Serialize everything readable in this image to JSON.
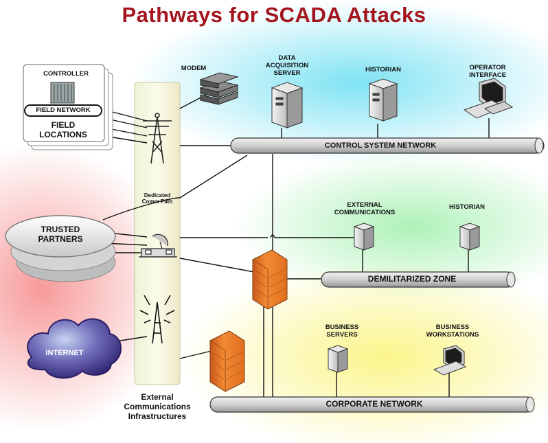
{
  "title": "Pathways for SCADA Attacks",
  "field": {
    "controller": "CONTROLLER",
    "field_network": "FIELD NETWORK",
    "field_locations": "FIELD LOCATIONS"
  },
  "trusted_partners": "TRUSTED PARTNERS",
  "internet": "INTERNET",
  "comm": {
    "dedicated_path": "Dedicated Comm Path",
    "infrastructures": "External Communications Infrastructures"
  },
  "control": {
    "modem": "MODEM",
    "data_acquisition_server": "DATA ACQUISITION SERVER",
    "historian": "HISTORIAN",
    "operator_interface": "OPERATOR INTERFACE",
    "network": "CONTROL SYSTEM NETWORK"
  },
  "dmz": {
    "external_communications": "EXTERNAL COMMUNICATIONS",
    "historian": "HISTORIAN",
    "network": "DEMILITARIZED ZONE"
  },
  "corporate": {
    "business_servers": "BUSINESS SERVERS",
    "business_workstations": "BUSINESS WORKSTATIONS",
    "network": "CORPORATE NETWORK"
  },
  "colors": {
    "title": "#a3141c",
    "firewall": "#ee7a22",
    "bus": "#d8d8d8",
    "cloud": "#4a3f94"
  }
}
